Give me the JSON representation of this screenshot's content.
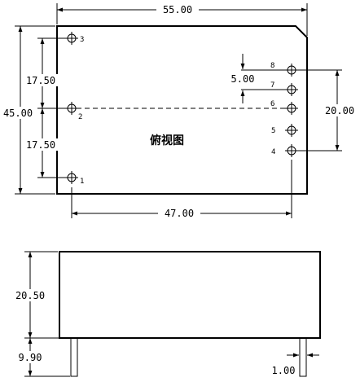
{
  "top_view": {
    "label": "俯视图",
    "dims": {
      "width": "55.00",
      "height": "45.00",
      "left_upper": "17.50",
      "left_lower": "17.50",
      "pin_pitch": "5.00",
      "right_span": "20.00",
      "bottom_span": "47.00"
    },
    "pins": {
      "p1": "1",
      "p2": "2",
      "p3": "3",
      "p4": "4",
      "p5": "5",
      "p6": "6",
      "p7": "7",
      "p8": "8"
    }
  },
  "side_view": {
    "dims": {
      "body_height": "20.50",
      "pin_length": "9.90",
      "pin_width": "1.00"
    }
  }
}
